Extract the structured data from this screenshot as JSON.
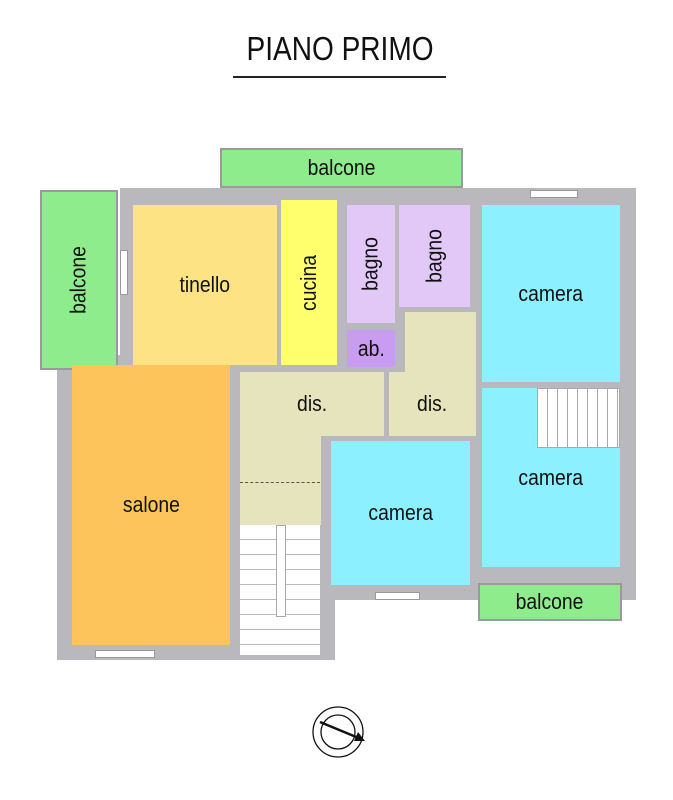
{
  "title": "PIANO PRIMO",
  "rooms": {
    "balcone_top": "balcone",
    "balcone_left": "balcone",
    "balcone_bottom": "balcone",
    "tinello": "tinello",
    "cucina": "cucina",
    "bagno_1": "bagno",
    "bagno_2": "bagno",
    "ab": "ab.",
    "camera_top_right": "camera",
    "camera_right": "camera",
    "camera_center": "camera",
    "dis_left": "dis.",
    "dis_right": "dis.",
    "salone": "salone"
  },
  "colors": {
    "balcone": "#8fec8c",
    "tinello": "#fde383",
    "cucina": "#ffff6e",
    "bagno": "#e2c8f6",
    "ab": "#c89cf0",
    "camera": "#8cf0ff",
    "dis": "#e6e4bc",
    "salone": "#fcc45a",
    "wall": "#b9b9bd"
  },
  "icons": [
    "compass-north-arrow-icon"
  ]
}
